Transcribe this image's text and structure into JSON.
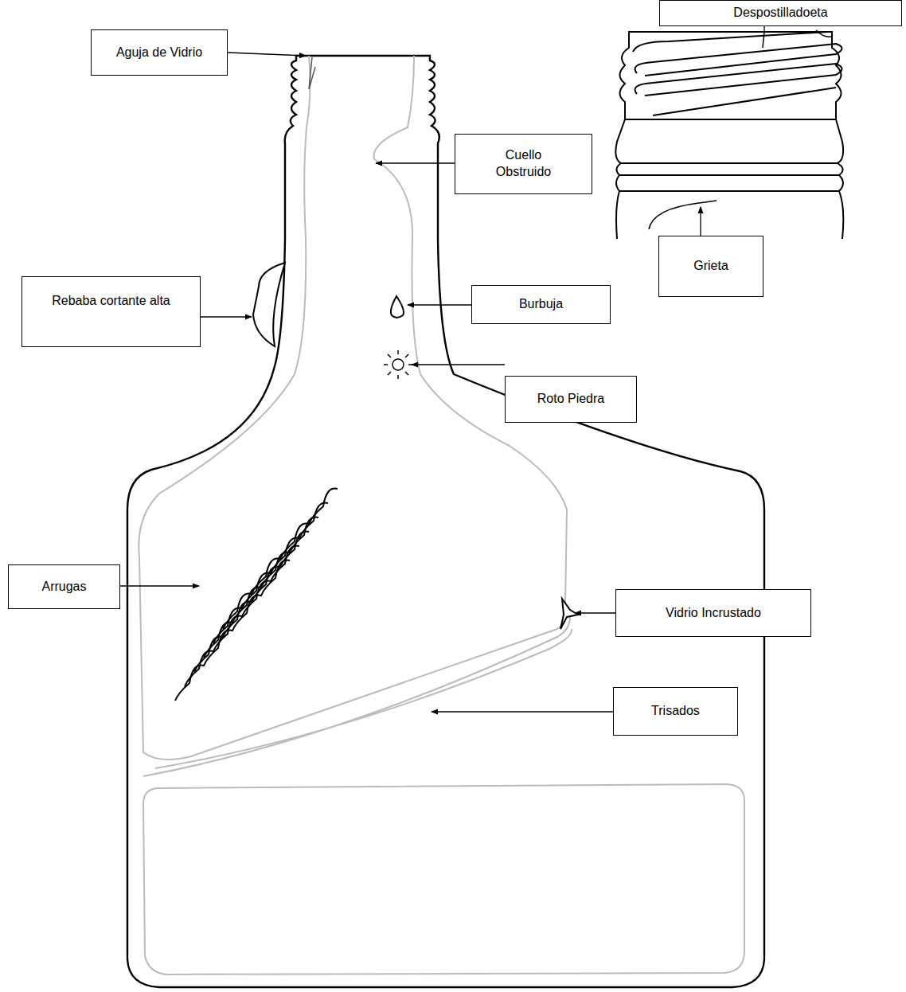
{
  "diagram": {
    "nodes": [
      {
        "text": [
          "Despostilladoeta"
        ]
      },
      {
        "text": [
          "Aguja de Vidrio"
        ]
      },
      {
        "text": [
          "Cuello Obstruido"
        ]
      },
      {
        "text": [
          "Grieta"
        ]
      },
      {
        "text": [
          "Rebaba cortante alta"
        ]
      },
      {
        "text": [
          "Burbuja"
        ]
      },
      {
        "text": [
          "Roto Piedra"
        ]
      },
      {
        "text": [
          "Arrugas"
        ]
      },
      {
        "text": [
          "Vidrio Incrustado"
        ]
      },
      {
        "text": [
          "Trisados"
        ]
      }
    ]
  }
}
